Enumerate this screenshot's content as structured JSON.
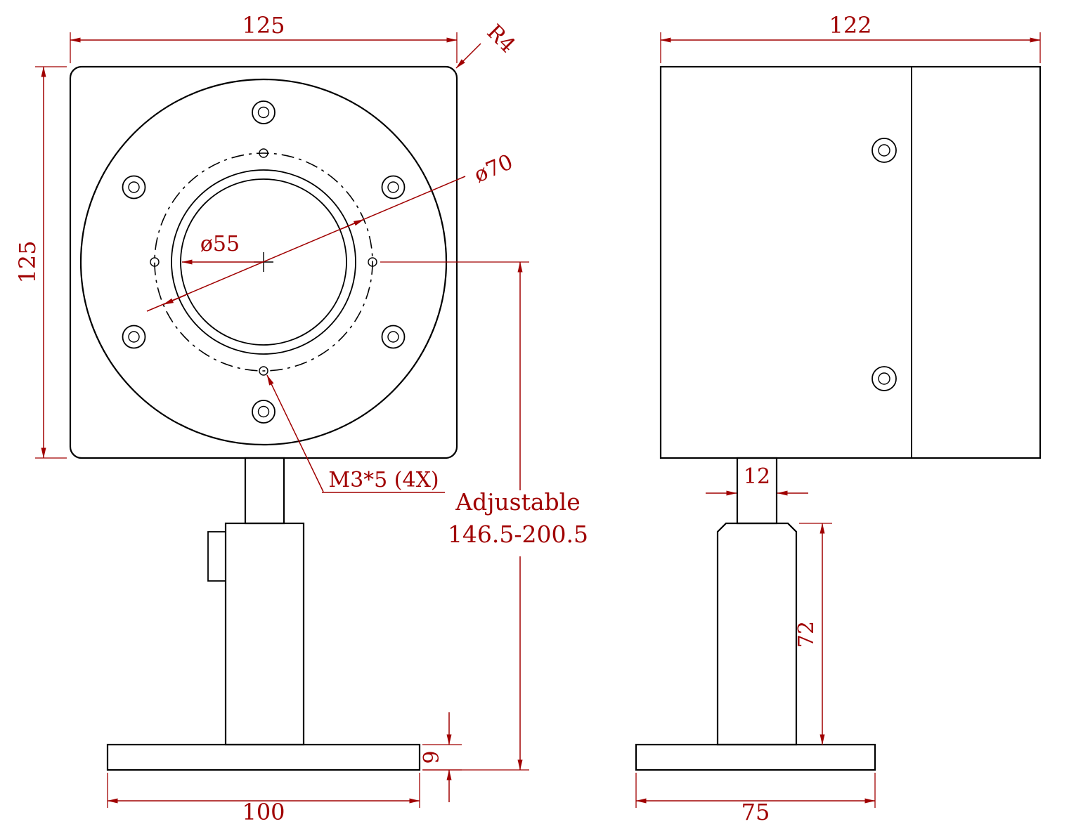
{
  "colors": {
    "line": "#000000",
    "dimension": "#a00000",
    "background": "#ffffff"
  },
  "front_view": {
    "width_label": "125",
    "height_label": "125",
    "corner_radius_label": "R4",
    "bolt_circle_label": "ø70",
    "aperture_label": "ø55",
    "thread_label": "M3*5 (4X)",
    "adjustable_label": "Adjustable",
    "adjustable_range": "146.5-200.5",
    "base_width_label": "100",
    "base_thickness_label": "9"
  },
  "side_view": {
    "width_label": "122",
    "neck_width_label": "12",
    "post_height_label": "72",
    "base_width_label": "75"
  }
}
